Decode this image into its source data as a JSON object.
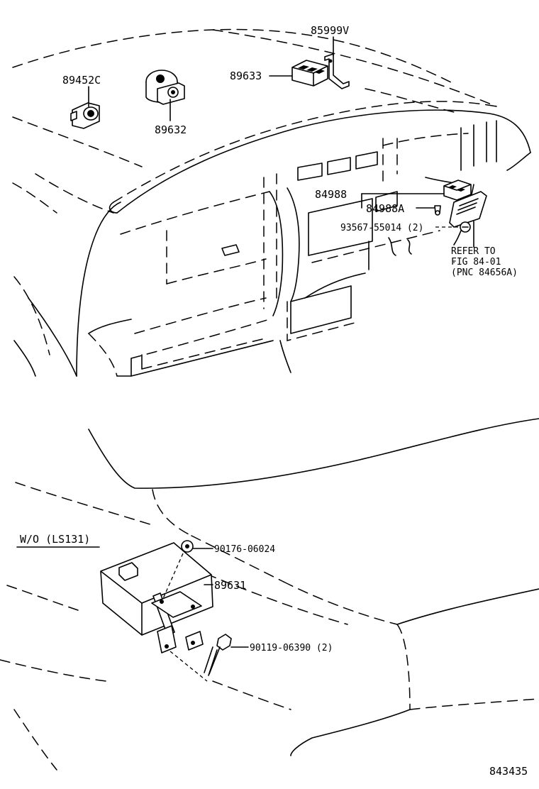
{
  "diagram_id": "843435",
  "labels": {
    "p85999v": "85999V",
    "p89452c": "89452C",
    "p89633": "89633",
    "p89632": "89632",
    "p84988": "84988",
    "p84988a": "84988A",
    "p93567": "93567-55014 (2)",
    "refer1": "REFER TO",
    "refer2": "FIG 84-01",
    "refer3": "(PNC 84656A)",
    "wo": "W/O (LS131)",
    "p90176": "90176-06024",
    "p89631": "89631",
    "p90119": "90119-06390 (2)"
  }
}
